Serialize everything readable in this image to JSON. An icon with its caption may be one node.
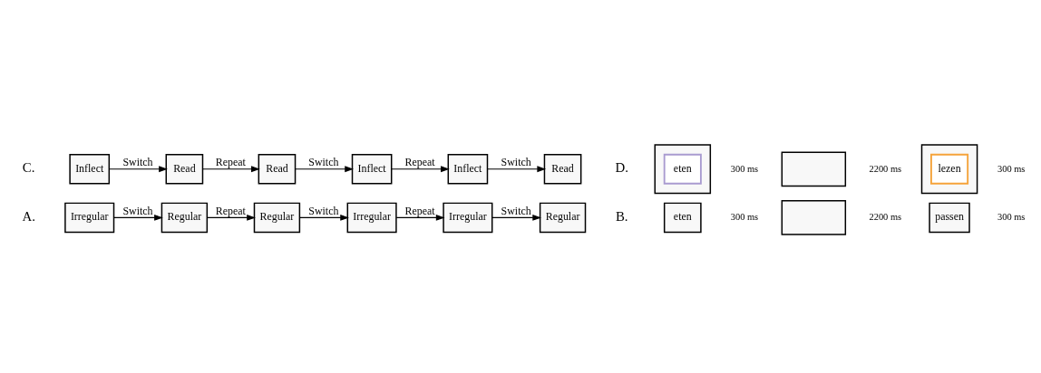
{
  "diagram": {
    "nodes": [
      {
        "text": [
          "Irregular"
        ]
      },
      {
        "text": [
          "Regular"
        ]
      },
      {
        "text": [
          "Regular"
        ]
      },
      {
        "text": [
          "Irregular"
        ]
      },
      {
        "text": [
          "Irregular"
        ]
      },
      {
        "text": [
          "Regular"
        ]
      },
      {
        "text": [
          "eten"
        ],
        "beside": [
          "300 ms"
        ]
      },
      {
        "text": [],
        "shape": "box",
        "beside": [
          "2200 ms"
        ]
      },
      {
        "text": [
          "passen"
        ],
        "beside": [
          "300 ms"
        ]
      },
      {
        "text": [
          "Inflect"
        ]
      },
      {
        "text": [
          "Read"
        ]
      },
      {
        "text": [
          "Read"
        ]
      },
      {
        "text": [
          "Inflect"
        ]
      },
      {
        "text": [
          "Inflect"
        ]
      },
      {
        "text": [
          "Read"
        ]
      },
      {
        "text": [],
        "shape": "box",
        "beside": [
          "300 ms"
        ]
      },
      {
        "text": [
          "eten"
        ],
        "in": 15
      },
      {
        "text": [],
        "shape": "box",
        "beside": [
          "2200 ms"
        ]
      },
      {
        "text": [],
        "shape": "box",
        "beside": [
          "300 ms"
        ]
      },
      {
        "text": [
          "lezen"
        ],
        "in": 18
      }
    ],
    "edges": [
      {
        "from": 0,
        "to": 1,
        "arrow": "to",
        "label": "Switch"
      },
      {
        "from": 1,
        "to": 2,
        "arrow": "to",
        "label": "Repeat"
      },
      {
        "from": 2,
        "to": 3,
        "arrow": "to",
        "label": "Switch"
      },
      {
        "from": 3,
        "to": 4,
        "arrow": "to",
        "label": "Repeat"
      },
      {
        "from": 4,
        "to": 5,
        "arrow": "to",
        "label": "Switch"
      },
      {
        "from": 9,
        "to": 10,
        "arrow": "to",
        "label": "Switch"
      },
      {
        "from": 10,
        "to": 11,
        "arrow": "to",
        "label": "Repeat"
      },
      {
        "from": 11,
        "to": 12,
        "arrow": "to",
        "label": "Switch"
      },
      {
        "from": 12,
        "to": 13,
        "arrow": "to",
        "label": "Repeat"
      },
      {
        "from": 13,
        "to": 14,
        "arrow": "to",
        "label": "Switch"
      }
    ],
    "labels": [
      "A.",
      "B.",
      "C.",
      "D."
    ]
  }
}
